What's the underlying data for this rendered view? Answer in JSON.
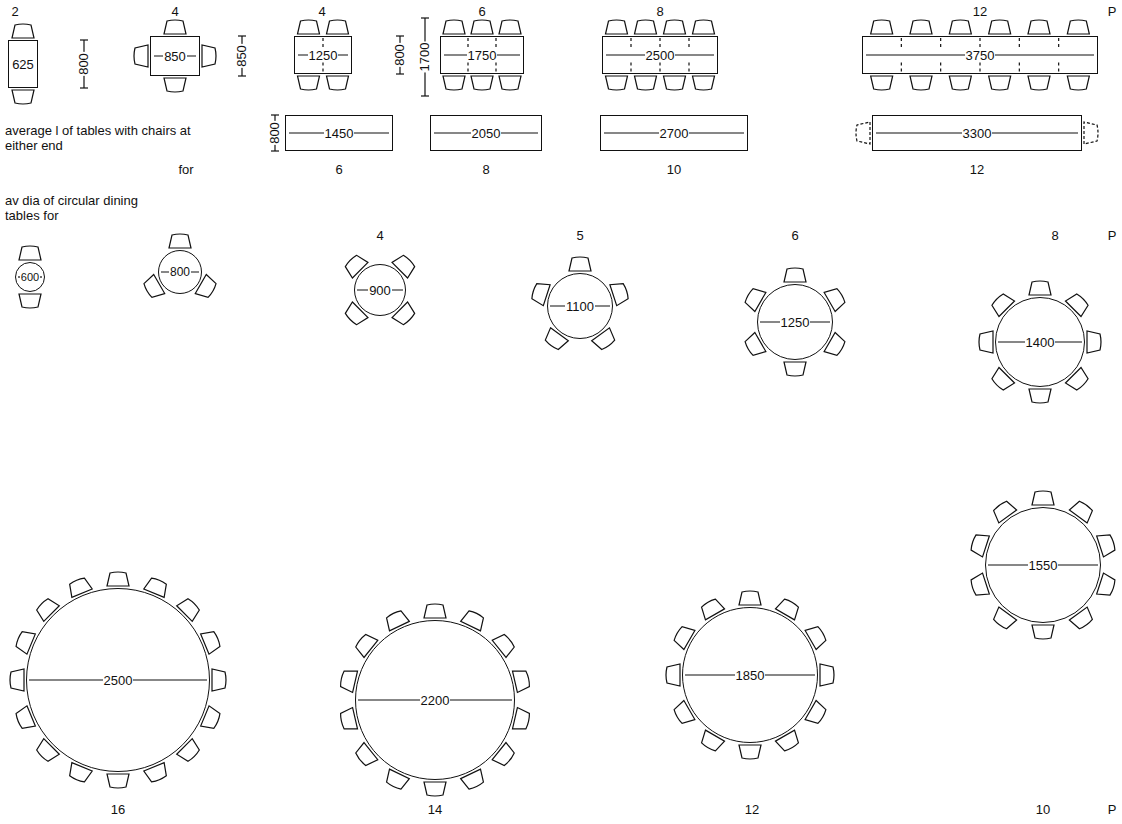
{
  "diagram": {
    "nodes": [
      {
        "text": [
          "625"
        ]
      },
      {
        "text": [
          "850"
        ]
      },
      {
        "text": [
          "1250"
        ]
      },
      {
        "text": [
          "1750"
        ]
      },
      {
        "text": [
          "2500"
        ]
      },
      {
        "text": [
          "3750"
        ]
      },
      {
        "text": [
          "1450"
        ]
      },
      {
        "text": [
          "2050"
        ]
      },
      {
        "text": [
          "2700"
        ]
      },
      {
        "text": [
          "3300"
        ]
      },
      {
        "text": [
          "600"
        ]
      },
      {
        "text": [
          "800"
        ]
      },
      {
        "text": [
          "900"
        ]
      },
      {
        "text": [
          "1100"
        ]
      },
      {
        "text": [
          "1250"
        ]
      },
      {
        "text": [
          "1400"
        ]
      },
      {
        "text": [
          "2500"
        ]
      },
      {
        "text": [
          "2200"
        ]
      },
      {
        "text": [
          "1850"
        ]
      },
      {
        "text": [
          "1550"
        ]
      }
    ],
    "labels": [
      "2",
      "4",
      "4",
      "6",
      "8",
      "12",
      "P",
      "800",
      "850",
      "800",
      "1700",
      "average l of tables with chairs at either end",
      "800",
      "for",
      "6",
      "8",
      "10",
      "12",
      "av dia of circular dining tables for",
      "4",
      "5",
      "6",
      "8",
      "P",
      "16",
      "14",
      "12",
      "10",
      "P"
    ]
  }
}
